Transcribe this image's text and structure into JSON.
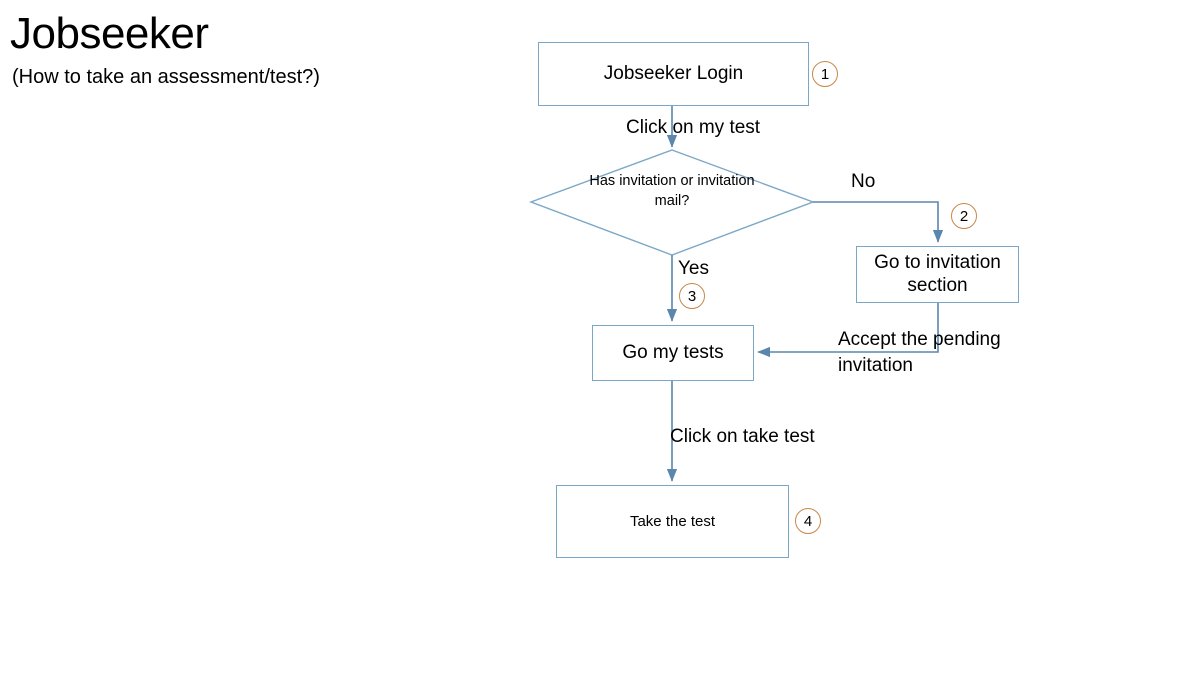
{
  "title": {
    "heading": "Jobseeker",
    "subheading": "(How to take an assessment/test?)"
  },
  "colors": {
    "node_border": "#7BA7C7",
    "connector": "#5B86AE",
    "badge_ring": "#C8884A",
    "text": "#000000",
    "background": "#FFFFFF"
  },
  "flowchart": {
    "type": "flowchart",
    "nodes": [
      {
        "id": "login",
        "shape": "rectangle",
        "label": "Jobseeker Login",
        "badge": "1"
      },
      {
        "id": "decision",
        "shape": "diamond",
        "label": "Has invitation or\ninvitation mail?",
        "badge": ""
      },
      {
        "id": "invitation",
        "shape": "rectangle",
        "label": "Go to invitation section",
        "badge": "2"
      },
      {
        "id": "gomytests",
        "shape": "rectangle",
        "label": "Go my tests",
        "badge": "3"
      },
      {
        "id": "taketest",
        "shape": "rectangle",
        "label": "Take the test",
        "badge": "4"
      }
    ],
    "edges": [
      {
        "from": "login",
        "to": "decision",
        "label": "Click on my test"
      },
      {
        "from": "decision",
        "to": "invitation",
        "label": "No"
      },
      {
        "from": "decision",
        "to": "gomytests",
        "label": "Yes"
      },
      {
        "from": "invitation",
        "to": "gomytests",
        "label": "Accept the pending invitation"
      },
      {
        "from": "gomytests",
        "to": "taketest",
        "label": "Click on take test"
      }
    ],
    "badges": [
      {
        "number": "1",
        "attached_to": "login"
      },
      {
        "number": "2",
        "attached_to": "invitation"
      },
      {
        "number": "3",
        "attached_to": "gomytests"
      },
      {
        "number": "4",
        "attached_to": "taketest"
      }
    ]
  }
}
